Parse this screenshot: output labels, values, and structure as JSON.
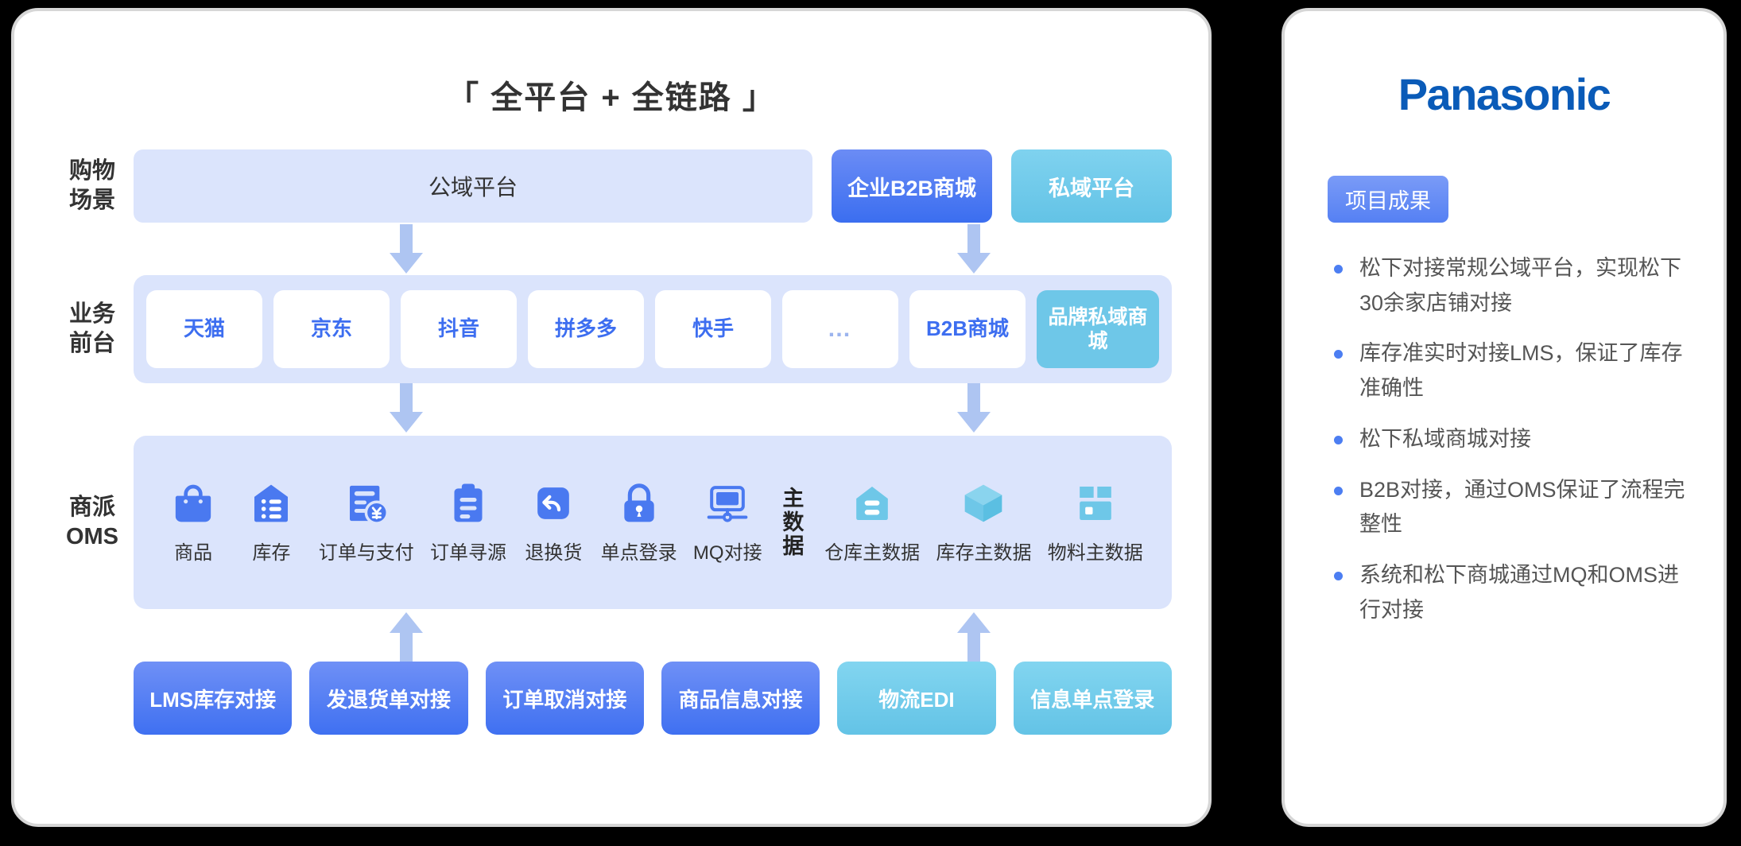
{
  "diagram": {
    "title": "「 全平台 + 全链路 」",
    "rows": {
      "scene": {
        "label_line1": "购物",
        "label_line2": "场景",
        "public_platform": "公域平台",
        "enterprise_b2b": "企业B2B商城",
        "private_platform": "私域平台"
      },
      "front": {
        "label_line1": "业务",
        "label_line2": "前台",
        "chips": [
          {
            "label": "天猫",
            "style": "white"
          },
          {
            "label": "京东",
            "style": "white"
          },
          {
            "label": "抖音",
            "style": "white"
          },
          {
            "label": "拼多多",
            "style": "white"
          },
          {
            "label": "快手",
            "style": "white"
          },
          {
            "label": "…",
            "style": "ellipsis"
          },
          {
            "label": "B2B商城",
            "style": "white"
          },
          {
            "label": "品牌私域商城",
            "style": "accent"
          }
        ]
      },
      "oms": {
        "label_line1": "商派",
        "label_line2": "OMS",
        "items": [
          {
            "caption": "商品",
            "icon": "shopping-bag-icon",
            "color": "#4a79f0"
          },
          {
            "caption": "库存",
            "icon": "warehouse-list-icon",
            "color": "#4a79f0"
          },
          {
            "caption": "订单与支付",
            "icon": "invoice-yen-icon",
            "color": "#4a79f0"
          },
          {
            "caption": "订单寻源",
            "icon": "clipboard-icon",
            "color": "#4a79f0"
          },
          {
            "caption": "退换货",
            "icon": "return-arrow-icon",
            "color": "#4a79f0"
          },
          {
            "caption": "单点登录",
            "icon": "lock-icon",
            "color": "#4a79f0"
          },
          {
            "caption": "MQ对接",
            "icon": "network-monitor-icon",
            "color": "#4a79f0"
          }
        ],
        "master_data_label": [
          "主",
          "数",
          "据"
        ],
        "master_items": [
          {
            "caption": "仓库主数据",
            "icon": "warehouse-icon",
            "color": "#6ec7e8"
          },
          {
            "caption": "库存主数据",
            "icon": "cube-icon",
            "color": "#6ec7e8"
          },
          {
            "caption": "物料主数据",
            "icon": "box-icon",
            "color": "#6ec7e8"
          }
        ]
      },
      "interfaces": [
        {
          "label": "LMS库存对接",
          "style": "blue"
        },
        {
          "label": "发退货单对接",
          "style": "blue"
        },
        {
          "label": "订单取消对接",
          "style": "blue"
        },
        {
          "label": "商品信息对接",
          "style": "blue"
        },
        {
          "label": "物流EDI",
          "style": "cyan"
        },
        {
          "label": "信息单点登录",
          "style": "cyan"
        }
      ]
    },
    "colors": {
      "panel_bg": "#dbe4fc",
      "accent_blue": "#4a79f0",
      "accent_cyan": "#6ec7e8",
      "arrow": "#aec5f2",
      "chip_text": "#3d6ef0"
    }
  },
  "panel": {
    "brand": "Panasonic",
    "brand_color": "#0a5bb8",
    "badge": "项目成果",
    "bullets": [
      "松下对接常规公域平台，实现松下30余家店铺对接",
      "库存准实时对接LMS，保证了库存准确性",
      "松下私域商城对接",
      "B2B对接，通过OMS保证了流程完整性",
      "系统和松下商城通过MQ和OMS进行对接"
    ]
  }
}
